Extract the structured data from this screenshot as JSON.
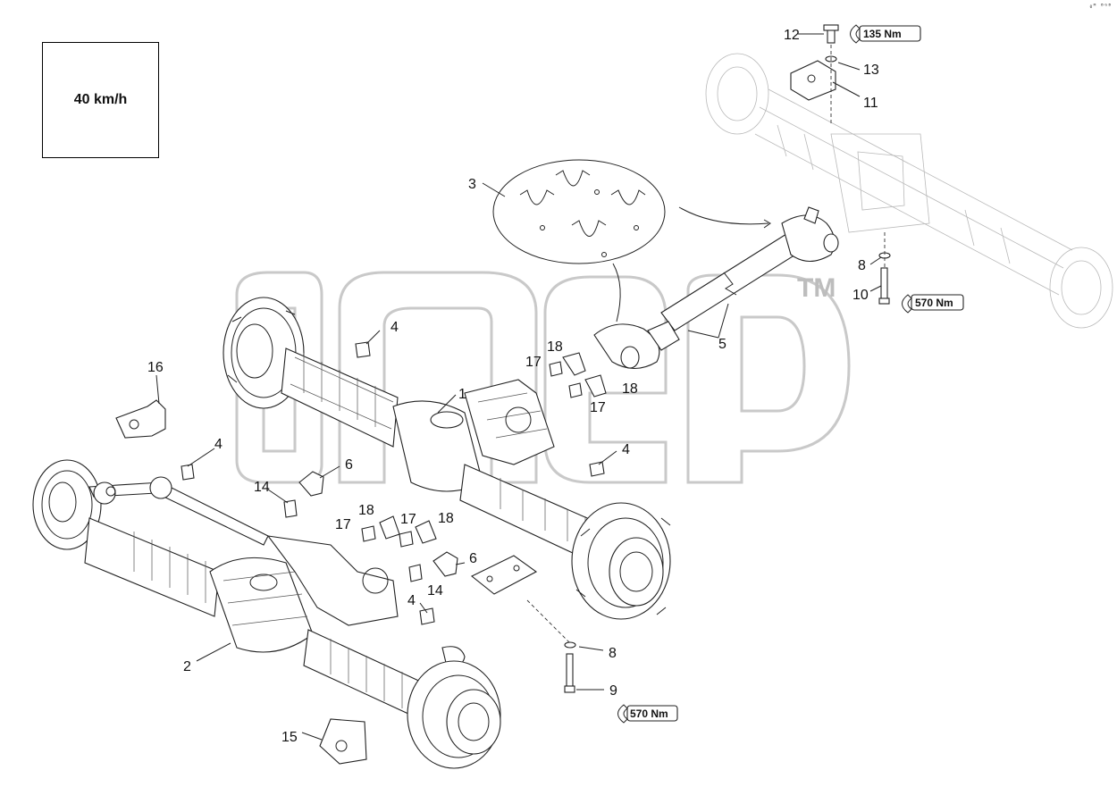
{
  "speed_label": "40 km/h",
  "corner_code": "₀ᴹ ᴮᴳᴮ",
  "watermark": {
    "text": "oпер",
    "tm": "TM"
  },
  "callouts": [
    {
      "id": "c1",
      "text": "1"
    },
    {
      "id": "c2",
      "text": "2"
    },
    {
      "id": "c3",
      "text": "3"
    },
    {
      "id": "c4a",
      "text": "4"
    },
    {
      "id": "c4b",
      "text": "4"
    },
    {
      "id": "c4c",
      "text": "4"
    },
    {
      "id": "c4d",
      "text": "4"
    },
    {
      "id": "c5",
      "text": "5"
    },
    {
      "id": "c6a",
      "text": "6"
    },
    {
      "id": "c6b",
      "text": "6"
    },
    {
      "id": "c8a",
      "text": "8"
    },
    {
      "id": "c8b",
      "text": "8"
    },
    {
      "id": "c9",
      "text": "9"
    },
    {
      "id": "c10",
      "text": "10"
    },
    {
      "id": "c11",
      "text": "11"
    },
    {
      "id": "c12",
      "text": "12"
    },
    {
      "id": "c13",
      "text": "13"
    },
    {
      "id": "c14a",
      "text": "14"
    },
    {
      "id": "c14b",
      "text": "14"
    },
    {
      "id": "c15",
      "text": "15"
    },
    {
      "id": "c16",
      "text": "16"
    },
    {
      "id": "c17a",
      "text": "17"
    },
    {
      "id": "c17b",
      "text": "17"
    },
    {
      "id": "c17c",
      "text": "17"
    },
    {
      "id": "c17d",
      "text": "17"
    },
    {
      "id": "c18a",
      "text": "18"
    },
    {
      "id": "c18b",
      "text": "18"
    },
    {
      "id": "c18c",
      "text": "18"
    },
    {
      "id": "c18d",
      "text": "18"
    }
  ],
  "torque_labels": [
    {
      "id": "t1",
      "text": "135 Nm"
    },
    {
      "id": "t2",
      "text": "570 Nm"
    },
    {
      "id": "t3",
      "text": "570 Nm"
    }
  ]
}
